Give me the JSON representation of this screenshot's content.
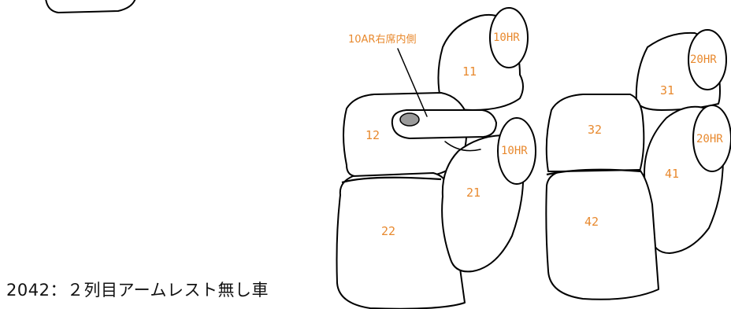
{
  "callout_label": "10AR右席内側",
  "caption": "2042：２列目アームレスト無し車",
  "parts": {
    "p11": "11",
    "p12": "12",
    "p21": "21",
    "p22": "22",
    "p31": "31",
    "p32": "32",
    "p41": "41",
    "p42": "42"
  },
  "headrests": {
    "hr_10_top": "10HR",
    "hr_10_mid": "10HR",
    "hr_20_top": "20HR",
    "hr_20_mid": "20HR"
  },
  "colors": {
    "label": "#e8892e",
    "outline": "#000000"
  }
}
